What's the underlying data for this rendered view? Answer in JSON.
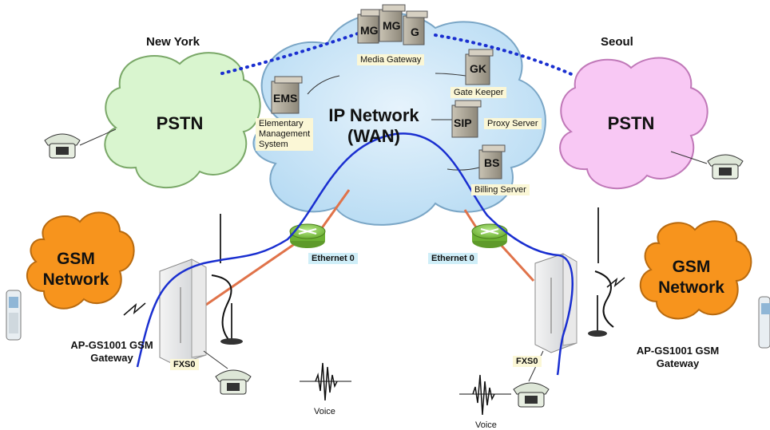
{
  "cities": {
    "left": "New York",
    "right": "Seoul"
  },
  "clouds": {
    "ip_network": "IP Network\n(WAN)",
    "pstn_left": "PSTN",
    "pstn_right": "PSTN",
    "gsm_left": "GSM\nNetwork",
    "gsm_right": "GSM\nNetwork"
  },
  "servers": {
    "mg1": "MG",
    "mg2": "MG",
    "mg3": "G",
    "gk": "GK",
    "sip": "SIP",
    "bs": "BS",
    "ems": "EMS"
  },
  "labels": {
    "media_gateway": "Media Gateway",
    "gate_keeper": "Gate Keeper",
    "proxy_server": "Proxy Server",
    "billing_server": "Billing Server",
    "ems_desc": "Elementary\nManagement\nSystem",
    "ethernet_left": "Ethernet 0",
    "ethernet_right": "Ethernet 0",
    "fxs_left": "FXS0",
    "fxs_right": "FXS0",
    "gateway_left": "AP-GS1001  GSM\nGateway",
    "gateway_right": "AP-GS1001 GSM\nGateway",
    "voice_left": "Voice",
    "voice_right": "Voice"
  },
  "colors": {
    "ip_cloud": "#cfe6f7",
    "pstn_left": "#d9f5cf",
    "pstn_right": "#f8c8f4",
    "gsm": "#f7941d",
    "dotted_link": "#1a2fd0",
    "voice_line": "#1a2fd0",
    "ethernet_link": "#e0734a",
    "router": "#8ccf4a"
  },
  "icons": [
    "telephone-icon",
    "router-icon",
    "server-icon",
    "mobile-phone-icon",
    "antenna-icon",
    "gateway-device-icon",
    "voice-waveform-icon"
  ]
}
